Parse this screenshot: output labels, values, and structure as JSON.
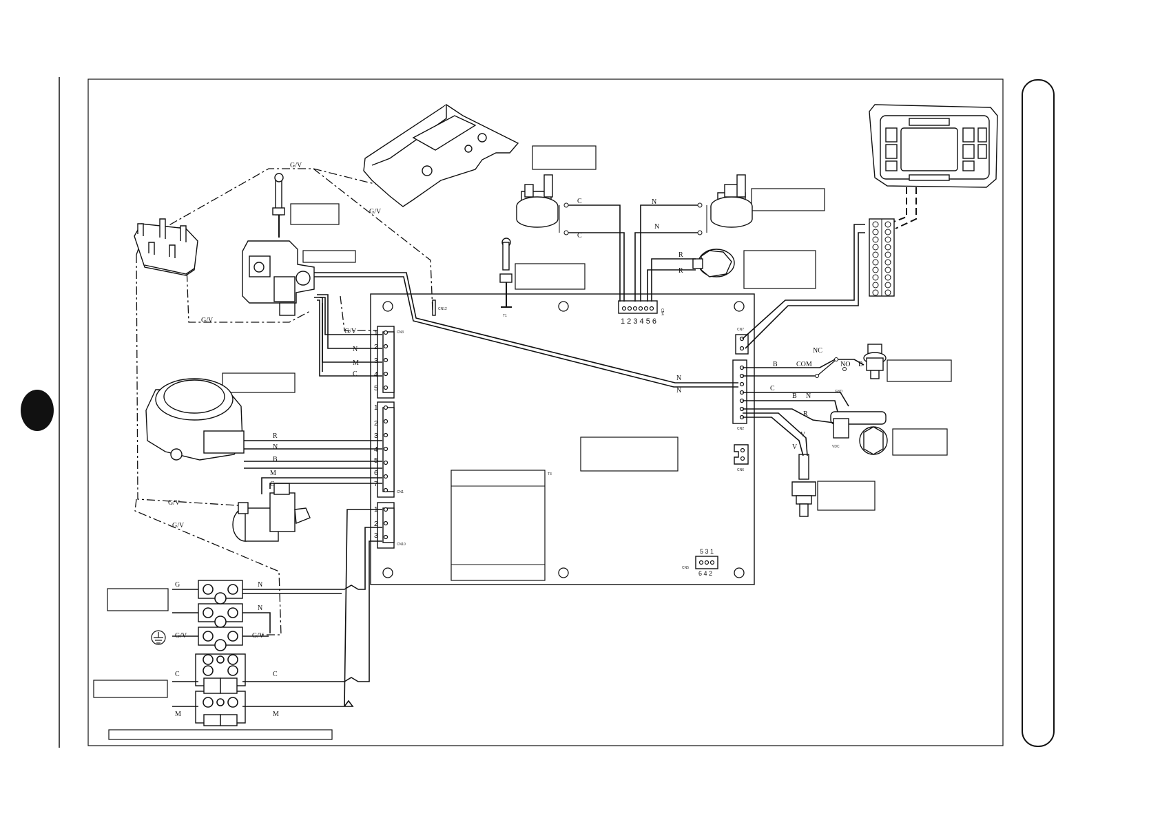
{
  "wire_labels": {
    "gv": "G/V",
    "n": "N",
    "m": "M",
    "c": "C",
    "r": "R",
    "b": "B",
    "v": "V",
    "g": "G"
  },
  "switch_labels": {
    "nc": "NC",
    "com": "COM",
    "no": "NO"
  },
  "pin_numbers": {
    "cn3": [
      "1",
      "2",
      "3",
      "4",
      "5"
    ],
    "cn1": [
      "1",
      "2",
      "3",
      "4",
      "5",
      "6",
      "7"
    ],
    "cn10": [
      "1",
      "2",
      "3"
    ],
    "cn4": "1 2 3 4 5 6",
    "cn5_top": "5 3 1",
    "cn5_bottom": "6 4 2"
  },
  "connector_names": {
    "cn3": "CN3",
    "cn1": "CN1",
    "cn10": "CN10",
    "cn4": "CN4",
    "cn2": "CN2",
    "cn7": "CN7",
    "cn6": "CN6",
    "cn5": "CN5",
    "cn12": "CN12",
    "t1": "T1",
    "t3": "T3",
    "gnd": "GND",
    "vdc": "VDC"
  }
}
